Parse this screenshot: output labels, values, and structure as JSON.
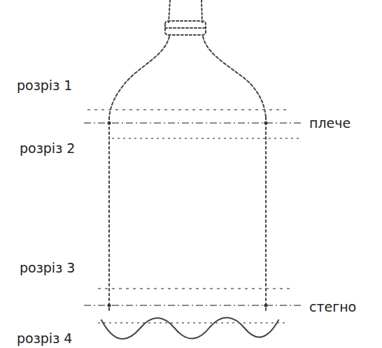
{
  "diagram": {
    "labels": [
      "розріз 1",
      "плече",
      "розріз 2",
      "розріз 3",
      "стегно",
      "розріз 4"
    ]
  }
}
